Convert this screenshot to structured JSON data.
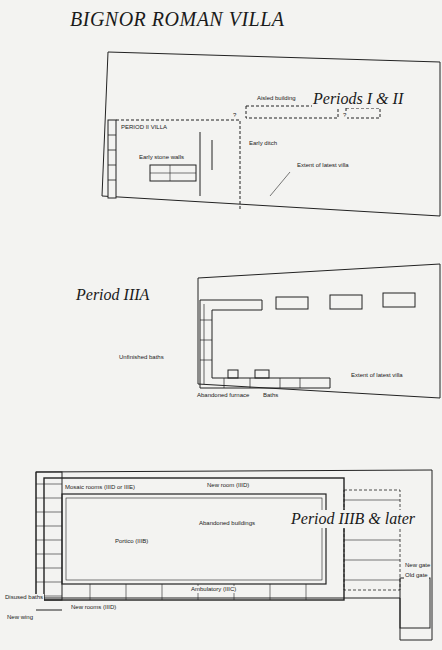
{
  "diagram": {
    "title": "BIGNOR ROMAN VILLA",
    "labels": [
      "Periods I & II",
      "Aisled building",
      "?",
      "?",
      "PERIOD II VILLA",
      "Early ditch",
      "Early stone walls",
      "Extent of latest villa",
      "Period IIIA",
      "Unfinished baths",
      "Abandoned furnace",
      "Baths",
      "Extent of latest villa",
      "Period IIIB & later",
      "Mosaic rooms (IIID or IIIE)",
      "New room (IIID)",
      "Abandoned buildings",
      "Portico (IIIB)",
      "Ambulatory (IIIC)",
      "Disused baths",
      "New wing",
      "New rooms (IIID)",
      "New gate",
      "Old gate"
    ]
  }
}
